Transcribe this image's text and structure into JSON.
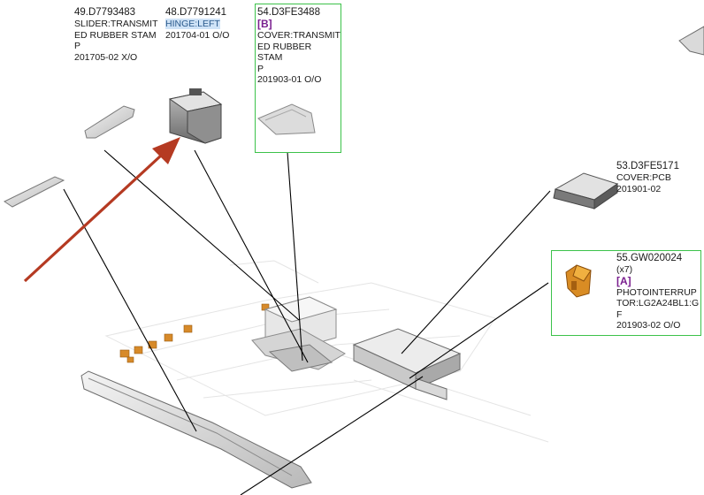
{
  "callouts": {
    "c49": {
      "number": "49.D7793483",
      "desc": [
        "SLIDER:TRANSMIT",
        "ED RUBBER STAM",
        "P"
      ],
      "rev": "201705-02 X/O"
    },
    "c48": {
      "number": "48.D7791241",
      "desc": [
        "HINGE:LEFT"
      ],
      "rev": "201704-01 O/O"
    },
    "c54": {
      "number": "54.D3FE3488",
      "tag": "[B]",
      "desc": [
        "COVER:TRANSMIT",
        "ED RUBBER STAM",
        "P"
      ],
      "rev": "201903-01 O/O"
    },
    "c53": {
      "number": "53.D3FE5171",
      "desc": [
        "COVER:PCB"
      ],
      "rev": "201901-02"
    },
    "c55": {
      "number": "55.GW020024",
      "qty": "(x7)",
      "tag": "[A]",
      "desc": [
        "PHOTOINTERRUP",
        "TOR:LG2A24BL1:G",
        "F"
      ],
      "rev": "201903-02 O/O"
    }
  },
  "colors": {
    "highlight_box": "#3cc24a",
    "arrow": "#b53a22",
    "tag": "#7a1f8f",
    "leader": "#000000"
  }
}
